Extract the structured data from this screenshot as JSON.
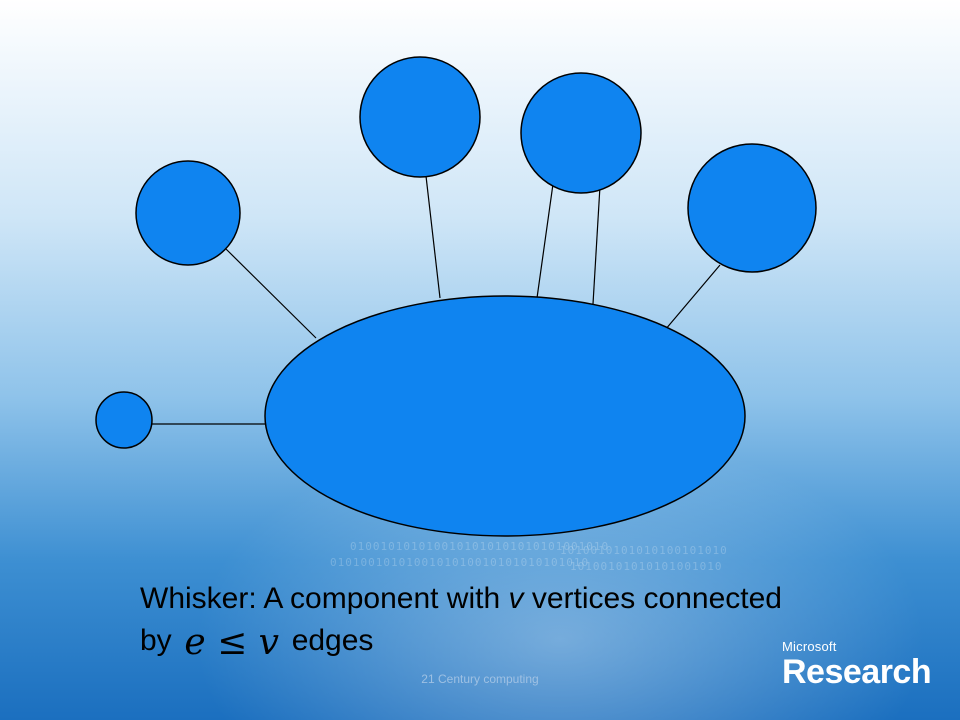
{
  "slide": {
    "caption_line1_prefix": "Whisker:  A component with ",
    "caption_var": "v",
    "caption_line1_suffix": " vertices connected",
    "caption_line2_prefix": "by",
    "caption_math": "e ≤ v",
    "caption_line2_suffix": "edges",
    "footer": "21 Century computing",
    "logo_small": "Microsoft",
    "logo_big": "Research"
  },
  "binary_text": [
    "0100101010100101010101010101001010",
    "0101001010100101010010101010101010",
    "1010010101010100101010",
    "10100101010101001010"
  ],
  "colors": {
    "node_fill": "#0f84f0",
    "node_stroke": "#000000",
    "edge": "#000000"
  }
}
